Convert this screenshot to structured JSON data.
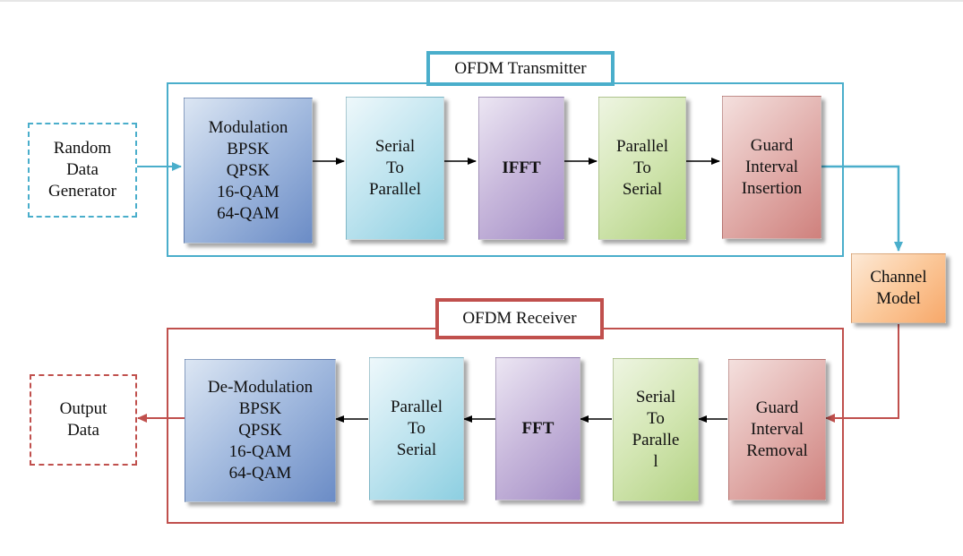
{
  "colors": {
    "transmitter": "#4aaecb",
    "receiver": "#c0504d",
    "arrow": "#000000"
  },
  "transmitter": {
    "label": "OFDM Transmitter",
    "source": "Random\nData\nGenerator",
    "blocks": [
      {
        "text": "Modulation\nBPSK\nQPSK\n16-QAM\n64-QAM",
        "style": "blue"
      },
      {
        "text": "Serial\nTo\nParallel",
        "style": "cyan"
      },
      {
        "text": "IFFT",
        "style": "purple",
        "bold": true
      },
      {
        "text": "Parallel\nTo\nSerial",
        "style": "green"
      },
      {
        "text": "Guard\nInterval\nInsertion",
        "style": "red"
      }
    ]
  },
  "channel": {
    "text": "Channel\nModel",
    "style": "orange"
  },
  "receiver": {
    "label": "OFDM Receiver",
    "sink": "Output\nData",
    "blocks": [
      {
        "text": "De-Modulation\nBPSK\nQPSK\n16-QAM\n64-QAM",
        "style": "blue"
      },
      {
        "text": "Parallel\nTo\nSerial",
        "style": "cyan"
      },
      {
        "text": "FFT",
        "style": "purple",
        "bold": true
      },
      {
        "text": "Serial\nTo\nParalle\nl",
        "style": "green"
      },
      {
        "text": "Guard\nInterval\nRemoval",
        "style": "red"
      }
    ]
  }
}
